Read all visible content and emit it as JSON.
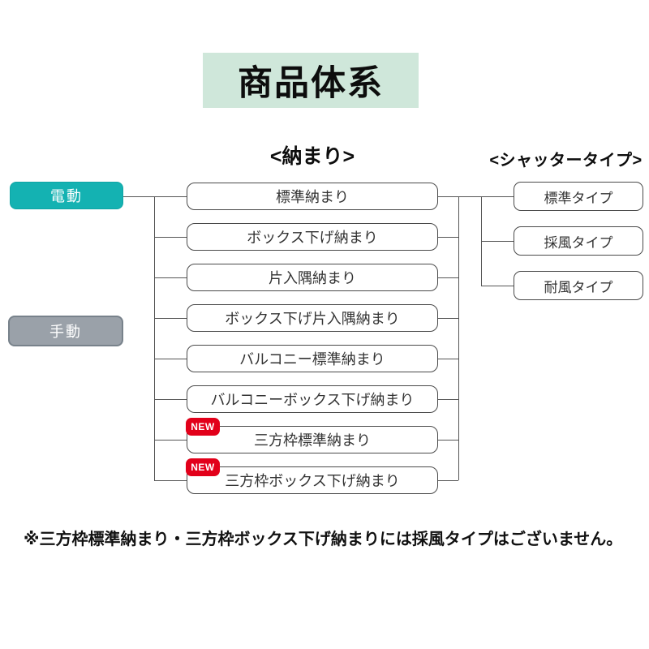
{
  "title": "商品体系",
  "headers": {
    "middle": "<納まり>",
    "right": "<シャッタータイプ>"
  },
  "drive": {
    "electric_label": "電動",
    "manual_label": "手動"
  },
  "osamari": {
    "items": [
      {
        "label": "標準納まり",
        "new": false
      },
      {
        "label": "ボックス下げ納まり",
        "new": false
      },
      {
        "label": "片入隅納まり",
        "new": false
      },
      {
        "label": "ボックス下げ片入隅納まり",
        "new": false
      },
      {
        "label": "バルコニー標準納まり",
        "new": false
      },
      {
        "label": "バルコニーボックス下げ納まり",
        "new": false
      },
      {
        "label": "三方枠標準納まり",
        "new": true
      },
      {
        "label": "三方枠ボックス下げ納まり",
        "new": true
      }
    ]
  },
  "shutter_types": {
    "items": [
      {
        "label": "標準タイプ"
      },
      {
        "label": "採風タイプ"
      },
      {
        "label": "耐風タイプ"
      }
    ]
  },
  "badge": {
    "new_label": "NEW"
  },
  "footer_note": "※三方枠標準納まり・三方枠ボックス下げ納まりには採風タイプはございません。",
  "colors": {
    "title_background": "#cfe7da",
    "electric_pill": "#14b2b2",
    "manual_pill": "#9aa1a9",
    "new_badge": "#e2001a",
    "connector_line": "#555555"
  }
}
